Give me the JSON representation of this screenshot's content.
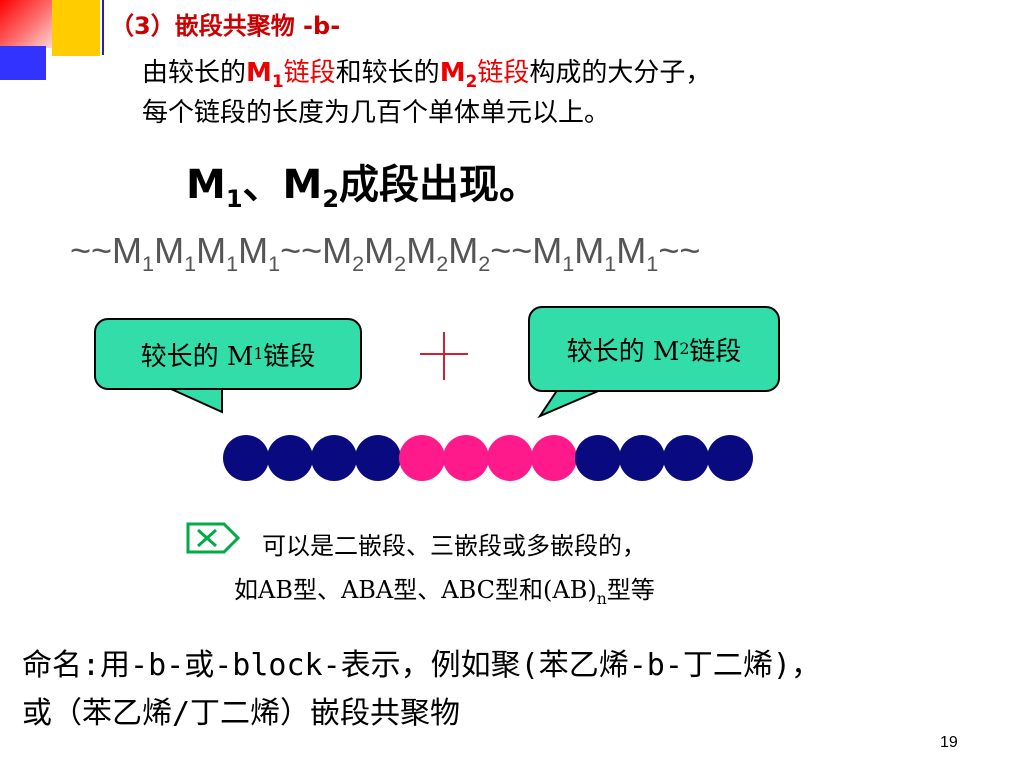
{
  "title": {
    "prefix": "（3）嵌段共聚物",
    "suffix": " -b-"
  },
  "description": {
    "line1_a": "由较长的",
    "m1": "M",
    "m1_sub": "1",
    "chain1": "链段",
    "line1_b": "和较长的",
    "m2": "M",
    "m2_sub": "2",
    "chain2": "链段",
    "line1_c": "构成的大分子，",
    "line2": "每个链段的长度为几百个单体单元以上。"
  },
  "heading": {
    "m": "M",
    "sub1": "1",
    "sep": "、M",
    "sub2": "2",
    "rest": "成段出现。"
  },
  "sequence": [
    {
      "t": "~~M",
      "s": "1"
    },
    {
      "t": "M",
      "s": "1"
    },
    {
      "t": "M",
      "s": "1"
    },
    {
      "t": "M",
      "s": "1"
    },
    {
      "t": "~~M",
      "s": "2"
    },
    {
      "t": "M",
      "s": "2"
    },
    {
      "t": "M",
      "s": "2"
    },
    {
      "t": "M",
      "s": "2"
    },
    {
      "t": "~~M",
      "s": "1"
    },
    {
      "t": "M",
      "s": "1"
    },
    {
      "t": "M",
      "s": "1"
    },
    {
      "t": "~~",
      "s": ""
    }
  ],
  "bubble1": {
    "pre": "较长的 M",
    "sub": "1",
    "post": " 链段"
  },
  "bubble2": {
    "pre": "较长的 M",
    "sub": "2",
    "post": " 链段"
  },
  "beads": {
    "colors": [
      "#0a0a80",
      "#0a0a80",
      "#0a0a80",
      "#0a0a80",
      "#ff1a8c",
      "#ff1a8c",
      "#ff1a8c",
      "#ff1a8c",
      "#0a0a80",
      "#0a0a80",
      "#0a0a80",
      "#0a0a80"
    ]
  },
  "note": {
    "line1": "可以是二嵌段、三嵌段或多嵌段的，",
    "line2_a": "如AB型、ABA型、ABC型和(AB)",
    "line2_sub": "n",
    "line2_b": "型等"
  },
  "naming": {
    "line1": "命名:用-b-或-block-表示，例如聚(苯乙烯-b-丁二烯)，",
    "line2": "或（苯乙烯/丁二烯）嵌段共聚物"
  },
  "page_number": "19",
  "colors": {
    "accent_red": "#ee0000",
    "bubble": "#33ddaa",
    "bead_blue": "#0a0a80",
    "bead_pink": "#ff1a8c",
    "checkbox_green": "#00aa44"
  }
}
